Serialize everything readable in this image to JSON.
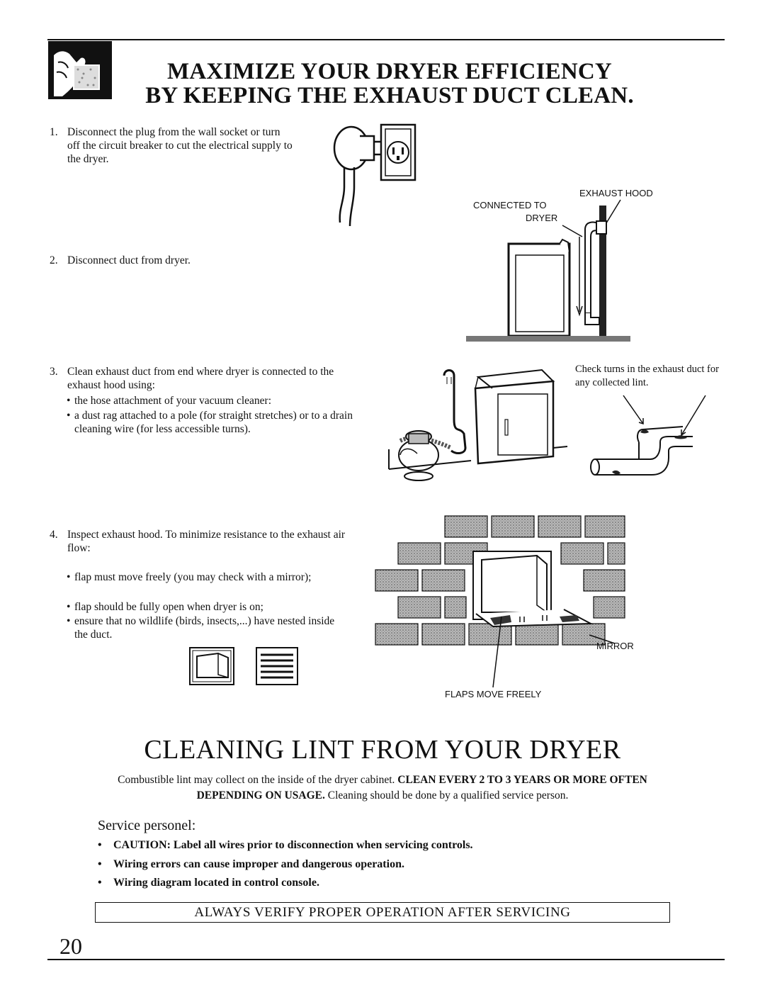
{
  "header": {
    "title_line1": "MAXIMIZE YOUR DRYER EFFICIENCY",
    "title_line2": "BY KEEPING THE EXHAUST DUCT CLEAN."
  },
  "steps": [
    {
      "num": "1.",
      "text": "Disconnect the plug from the wall socket or turn off the circuit breaker to cut the electrical supply to the dryer."
    },
    {
      "num": "2.",
      "text": "Disconnect duct from dryer."
    },
    {
      "num": "3.",
      "text": "Clean exhaust duct from end where dryer is connected to the exhaust hood using:"
    },
    {
      "num": "4.",
      "text": "Inspect exhaust hood. To minimize resistance to the exhaust air flow:"
    }
  ],
  "step3_bullets": [
    "the hose attachment of your vacuum cleaner:",
    "a dust rag attached to a pole (for straight stretches) or to a drain cleaning wire (for less accessible turns)."
  ],
  "step4_bullets": [
    "flap must move freely (you may check with a mirror);",
    "flap should be fully open when dryer is on;",
    "ensure that no wildlife (birds, insects,...) have nested inside the duct."
  ],
  "labels": {
    "exhaust_hood": "EXHAUST HOOD",
    "connected_to": "CONNECTED TO",
    "dryer": "DRYER",
    "check_turns": "Check turns in the exhaust duct for any collected lint.",
    "mirror": "MIRROR",
    "flaps_move_freely": "FLAPS MOVE FREELY"
  },
  "lint_section": {
    "heading": "CLEANING LINT FROM YOUR DRYER",
    "para_normal": "Combustible lint may collect on the inside of the dryer cabinet.",
    "para_bold": "CLEAN EVERY 2 TO 3 YEARS OR MORE OFTEN DEPENDING ON USAGE.",
    "para_tail": "Cleaning should be done by a qualified service person.",
    "service_heading": "Service personel:",
    "cautions": [
      "CAUTION: Label all wires prior to disconnection when servicing controls.",
      "Wiring errors can cause improper and dangerous operation.",
      "Wiring diagram located in control console."
    ],
    "verify_box": "ALWAYS VERIFY PROPER OPERATION AFTER SERVICING"
  },
  "footer": {
    "page_number": "20"
  },
  "icons": [
    "hand-sponge-icon",
    "plug-outlet-illustration",
    "dryer-duct-illustration",
    "vacuum-dryer-illustration",
    "lint-duct-illustration",
    "brick-wall-hood-illustration",
    "vent-hood-icon",
    "louvered-vent-icon"
  ]
}
